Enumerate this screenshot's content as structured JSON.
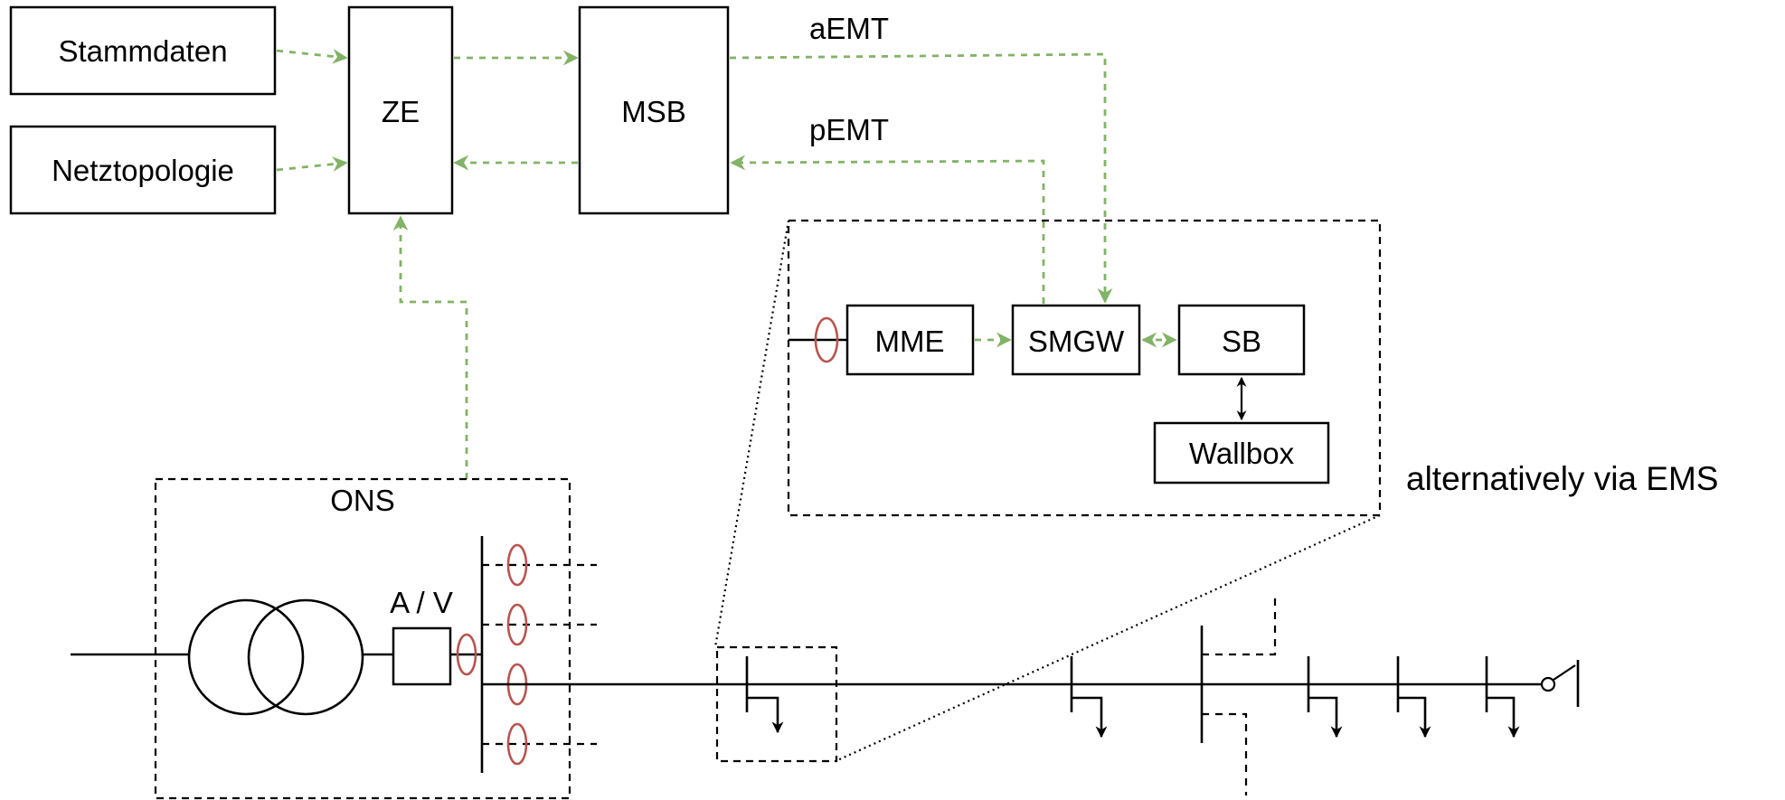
{
  "boxes": {
    "stammdaten": "Stammdaten",
    "netztopologie": "Netztopologie",
    "ze": "ZE",
    "msb": "MSB",
    "mme": "MME",
    "smgw": "SMGW",
    "sb": "SB",
    "wallbox": "Wallbox"
  },
  "flows": {
    "aemt": "aEMT",
    "pemt": "pEMT"
  },
  "substation": {
    "label": "ONS",
    "meter_label": "A / V"
  },
  "annotation": "alternatively via EMS",
  "colors": {
    "flow": "#82b366",
    "sensor": "#b85450",
    "line": "#000000"
  }
}
